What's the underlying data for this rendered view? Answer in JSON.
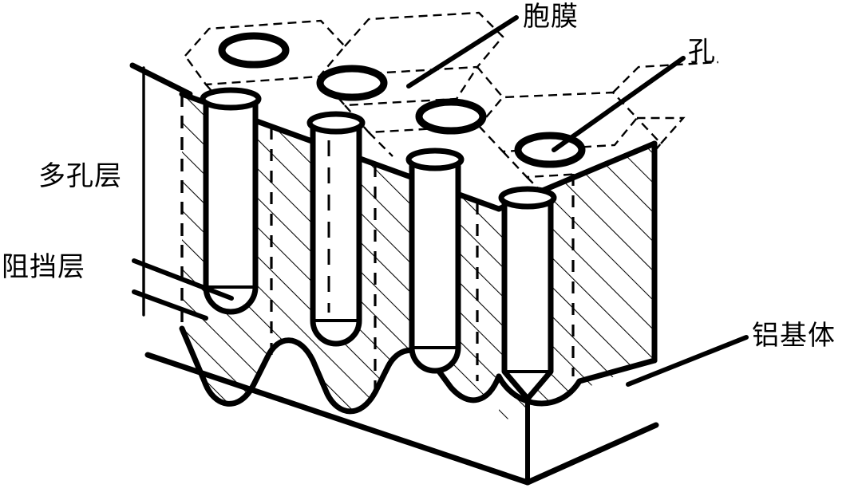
{
  "diagram": {
    "title": "Anodic aluminum oxide porous layer cross-section schematic",
    "type": "technical-line-drawing",
    "background_color": "#ffffff",
    "line_color": "#000000",
    "labels": {
      "cell_membrane": "胞膜",
      "pore": "孔",
      "porous_layer": "多孔层",
      "barrier_layer": "阻挡层",
      "aluminum_substrate": "铝基体"
    },
    "structure": {
      "hexagonal_cells_count": 9,
      "pores_on_top_count": 4,
      "vertical_pore_channels": 4,
      "hatching_angle_deg": 45,
      "scallops_count": 4
    }
  }
}
